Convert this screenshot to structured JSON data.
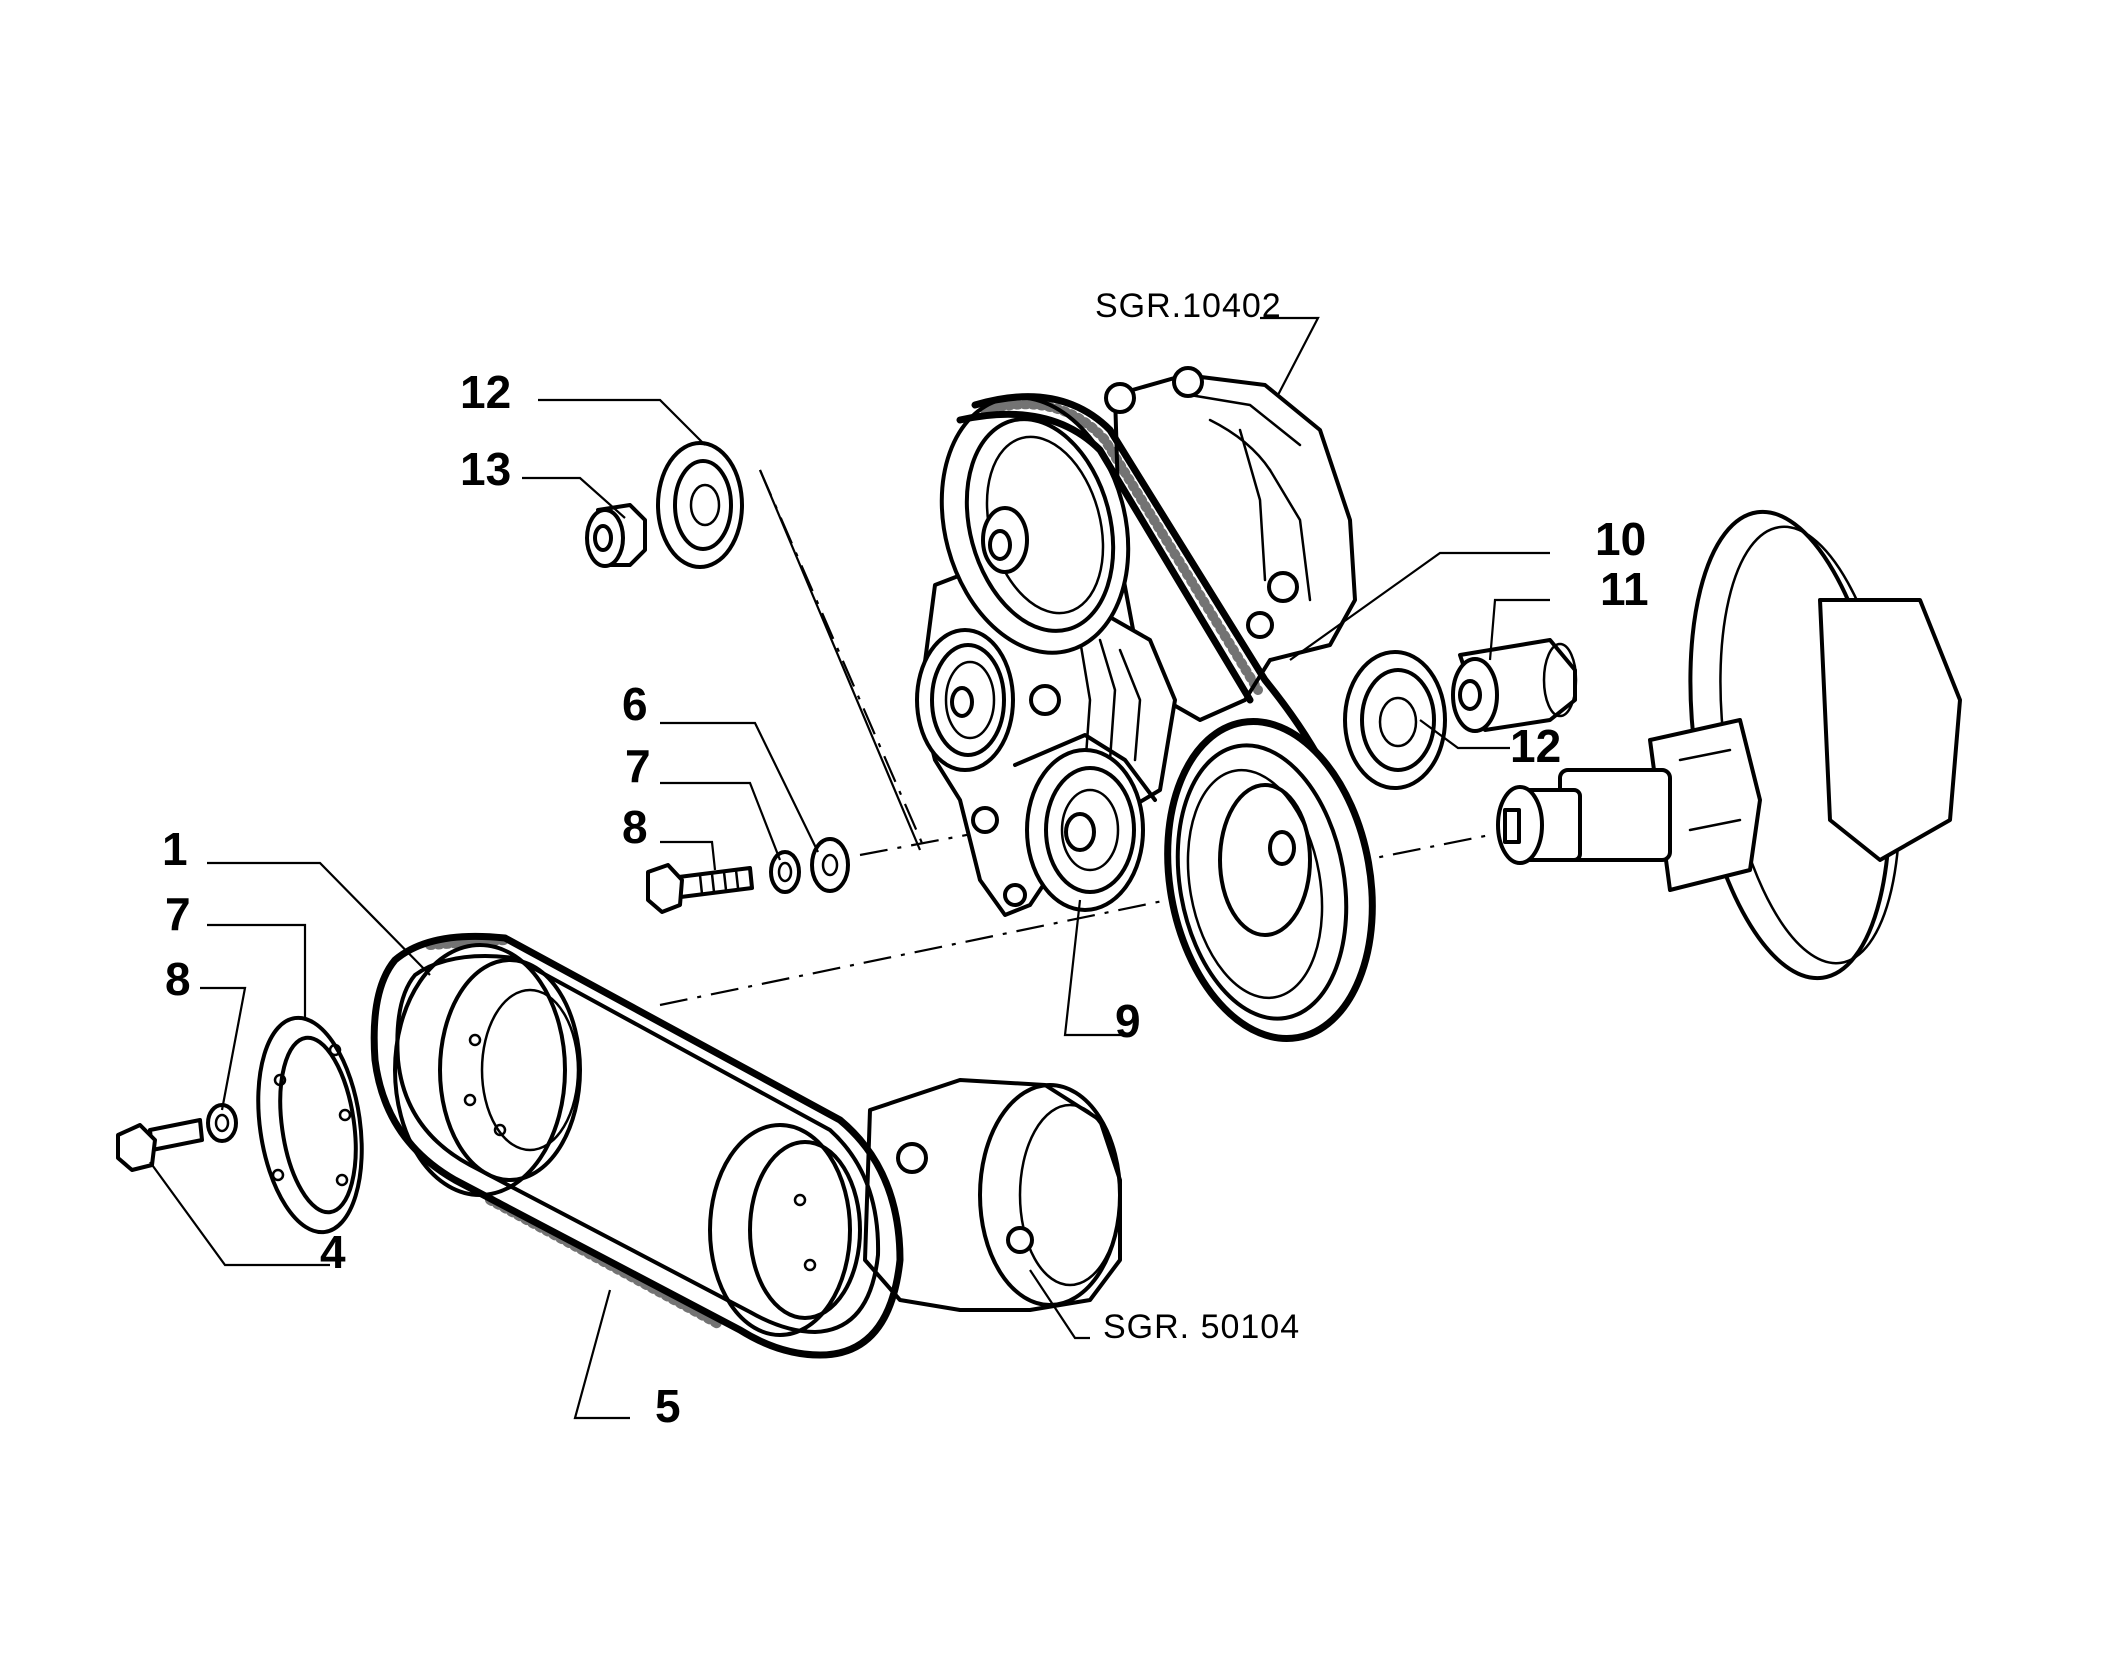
{
  "diagram": {
    "references": {
      "water_pump_group": "SGR.10402",
      "compressor_group": "SGR. 50104"
    },
    "callouts": {
      "c1": "1",
      "c4": "4",
      "c5": "5",
      "c6": "6",
      "c7_upper": "7",
      "c7_lower": "7",
      "c8_upper": "8",
      "c8_lower": "8",
      "c9": "9",
      "c10": "10",
      "c11": "11",
      "c12_upper": "12",
      "c12_right": "12",
      "c13": "13"
    }
  }
}
